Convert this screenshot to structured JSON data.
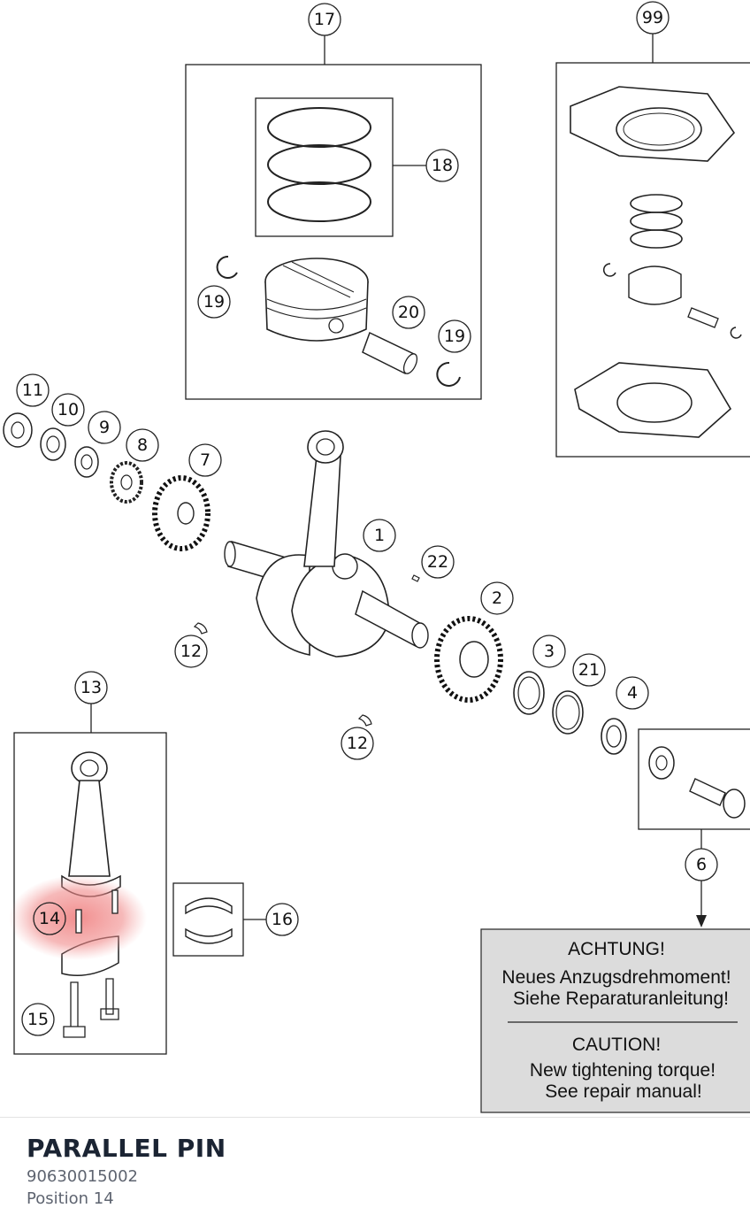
{
  "callouts": {
    "c1": "1",
    "c2": "2",
    "c3": "3",
    "c4": "4",
    "c6": "6",
    "c7": "7",
    "c8": "8",
    "c9": "9",
    "c10": "10",
    "c11": "11",
    "c12a": "12",
    "c12b": "12",
    "c13": "13",
    "c14": "14",
    "c15": "15",
    "c16": "16",
    "c17": "17",
    "c18": "18",
    "c19a": "19",
    "c19b": "19",
    "c20": "20",
    "c21": "21",
    "c22": "22",
    "c99": "99"
  },
  "notice": {
    "de_heading": "ACHTUNG!",
    "de_line1": "Neues Anzugsdrehmoment!",
    "de_line2": "Siehe Reparaturanleitung!",
    "en_heading": "CAUTION!",
    "en_line1": "New tightening torque!",
    "en_line2": "See repair manual!"
  },
  "selected_part": {
    "name": "PARALLEL PIN",
    "number": "90630015002",
    "position": "Position 14"
  },
  "colors": {
    "highlight": "#f08080",
    "box_fill": "#dcdcdc",
    "title_text": "#1b2433",
    "secondary_text": "#5e6470"
  }
}
